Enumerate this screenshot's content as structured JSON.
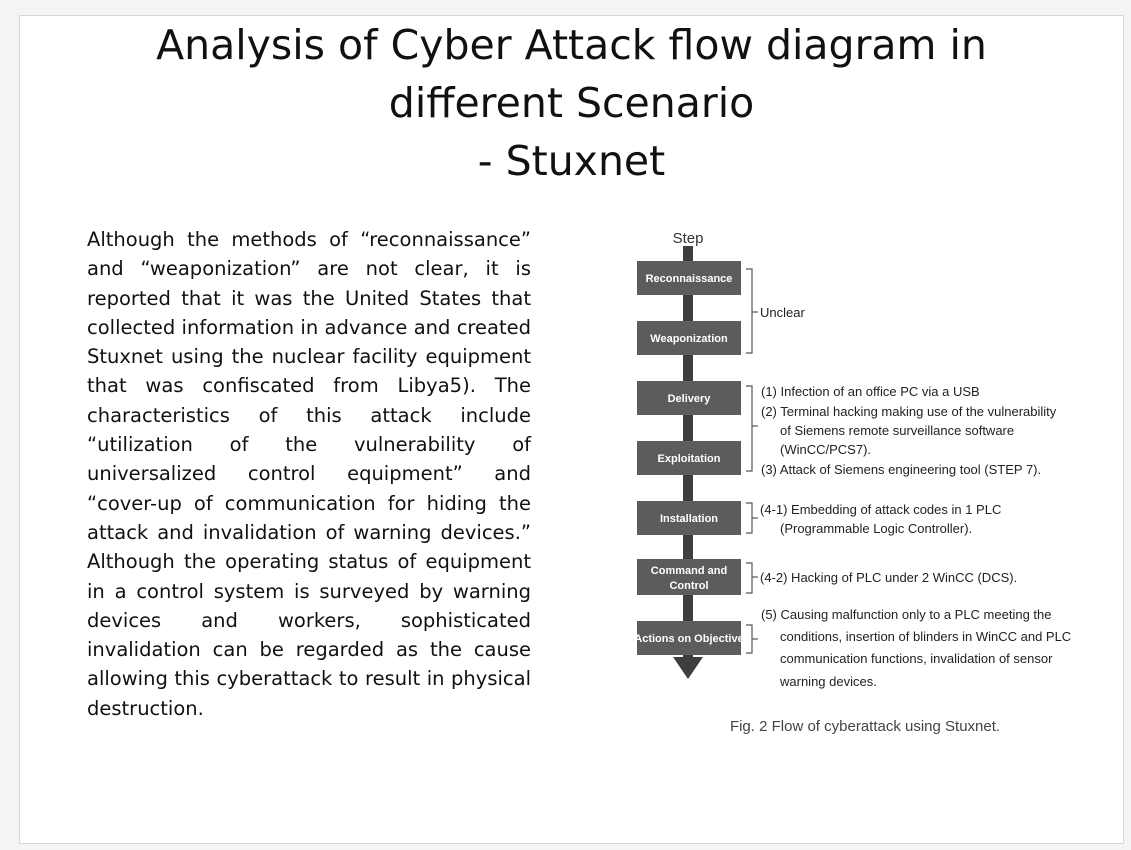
{
  "slide": {
    "title_lines": [
      "Analysis of Cyber Attack flow diagram in",
      "different Scenario",
      "- Stuxnet"
    ],
    "body": "Although the methods of “reconnaissance” and “weaponization” are not clear, it is reported that it was the United States that collected information in advance and created Stuxnet using the nuclear facility equipment that was confiscated from Libya5). The characteristics of this attack include “utilization of the vulnerability of universalized control equipment” and “cover-up of communication for hiding the attack and invalidation of warning devices.” Although the operating status of equipment in a control system is surveyed by warning devices and workers, sophisticated invalidation can be regarded as the cause allowing this cyberattack to result in physical destruction."
  },
  "figure": {
    "header": "Step",
    "steps": [
      [
        "Reconnaissance"
      ],
      [
        "Weaponization"
      ],
      [
        "Delivery"
      ],
      [
        "Exploitation"
      ],
      [
        "Installation"
      ],
      [
        "Command and",
        "Control"
      ],
      [
        "Actions on Objective"
      ]
    ],
    "notes": {
      "unclear": "Unclear",
      "delivery_exploitation": [
        "(1) Infection of an office PC via a USB",
        "(2) Terminal hacking making use of the vulnerability",
        "of Siemens remote surveillance software",
        "(WinCC/PCS7).",
        "(3) Attack of Siemens engineering tool (STEP 7)."
      ],
      "installation": [
        "(4-1) Embedding of attack codes in 1 PLC",
        "(Programmable Logic Controller)."
      ],
      "command_control": "(4-2) Hacking of PLC under 2 WinCC (DCS).",
      "actions": [
        "(5) Causing malfunction only to a PLC meeting the",
        "conditions, insertion of blinders in WinCC and PLC",
        "communication functions, invalidation of sensor",
        "warning devices."
      ]
    },
    "caption": "Fig. 2 Flow of cyberattack using Stuxnet.",
    "colors": {
      "box": "#5c5c5c",
      "spine": "#3e3e3e",
      "bracket": "#555555"
    }
  }
}
